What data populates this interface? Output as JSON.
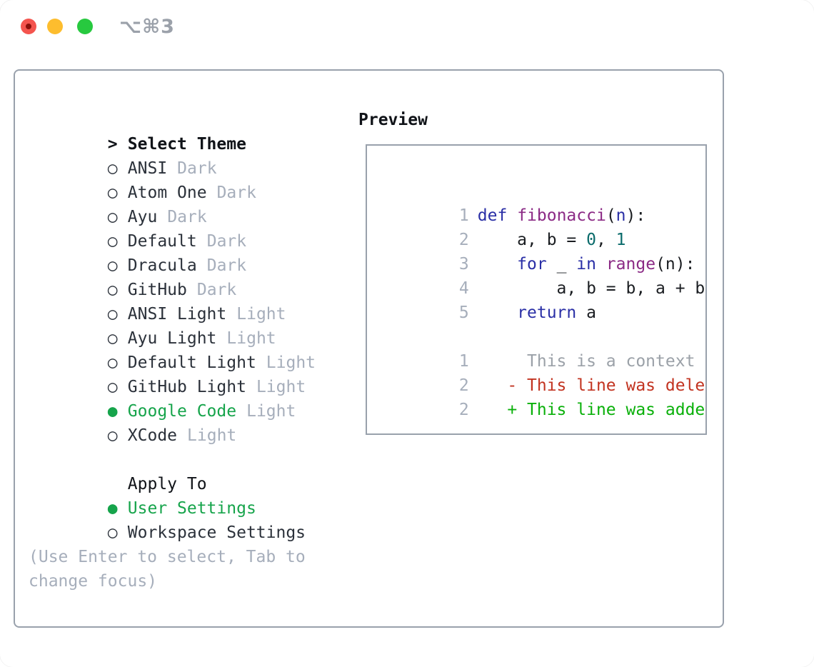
{
  "window": {
    "title": "⌥⌘3",
    "traffic_lights": [
      "close",
      "minimize",
      "zoom"
    ]
  },
  "theme_selector": {
    "heading": {
      "cursor": ">",
      "label": "Select Theme"
    },
    "items": [
      {
        "bullet": "○",
        "name": "ANSI",
        "variant": "Dark",
        "selected": false
      },
      {
        "bullet": "○",
        "name": "Atom One",
        "variant": "Dark",
        "selected": false
      },
      {
        "bullet": "○",
        "name": "Ayu",
        "variant": "Dark",
        "selected": false
      },
      {
        "bullet": "○",
        "name": "Default",
        "variant": "Dark",
        "selected": false
      },
      {
        "bullet": "○",
        "name": "Dracula",
        "variant": "Dark",
        "selected": false
      },
      {
        "bullet": "○",
        "name": "GitHub",
        "variant": "Dark",
        "selected": false
      },
      {
        "bullet": "○",
        "name": "ANSI Light",
        "variant": "Light",
        "selected": false
      },
      {
        "bullet": "○",
        "name": "Ayu Light",
        "variant": "Light",
        "selected": false
      },
      {
        "bullet": "○",
        "name": "Default Light",
        "variant": "Light",
        "selected": false
      },
      {
        "bullet": "○",
        "name": "GitHub Light",
        "variant": "Light",
        "selected": false
      },
      {
        "bullet": "●",
        "name": "Google Code",
        "variant": "Light",
        "selected": true
      },
      {
        "bullet": "○",
        "name": "XCode",
        "variant": "Light",
        "selected": false
      }
    ],
    "apply_to": {
      "heading": "Apply To",
      "options": [
        {
          "bullet": "●",
          "label": "User Settings",
          "selected": true
        },
        {
          "bullet": "○",
          "label": "Workspace Settings",
          "selected": false
        }
      ]
    },
    "help_line1": "(Use Enter to select, Tab to",
    "help_line2": "change focus)"
  },
  "preview": {
    "heading": "Preview",
    "code_lines": [
      {
        "num": "1",
        "tokens": [
          {
            "type": "kwd",
            "text": "def"
          },
          {
            "type": "pln",
            "text": " "
          },
          {
            "type": "typ",
            "text": "fibonacci"
          },
          {
            "type": "pln",
            "text": "("
          },
          {
            "type": "kwd",
            "text": "n"
          },
          {
            "type": "pln",
            "text": "):"
          }
        ]
      },
      {
        "num": "2",
        "tokens": [
          {
            "type": "pln",
            "text": "    a, b = "
          },
          {
            "type": "lit",
            "text": "0"
          },
          {
            "type": "pln",
            "text": ", "
          },
          {
            "type": "lit",
            "text": "1"
          }
        ]
      },
      {
        "num": "3",
        "tokens": [
          {
            "type": "pln",
            "text": "    "
          },
          {
            "type": "kwd",
            "text": "for"
          },
          {
            "type": "pln",
            "text": " _ "
          },
          {
            "type": "kwd",
            "text": "in"
          },
          {
            "type": "pln",
            "text": " "
          },
          {
            "type": "typ",
            "text": "range"
          },
          {
            "type": "pln",
            "text": "(n):"
          }
        ]
      },
      {
        "num": "4",
        "tokens": [
          {
            "type": "pln",
            "text": "        a, b = b, a + b"
          }
        ]
      },
      {
        "num": "5",
        "tokens": [
          {
            "type": "pln",
            "text": "    "
          },
          {
            "type": "kwd",
            "text": "return"
          },
          {
            "type": "pln",
            "text": " a"
          }
        ]
      }
    ],
    "diff_lines": [
      {
        "num": "1",
        "kind": "context",
        "text": "     This is a context line."
      },
      {
        "num": "2",
        "kind": "deleted",
        "text": "   - This line was deleted."
      },
      {
        "num": "2",
        "kind": "added",
        "text": "   + This line was added."
      }
    ]
  },
  "colors": {
    "accent_green": "#16a44b",
    "diff_added_green": "#0ab00a",
    "diff_deleted_red": "#c23320",
    "keyword_blue": "#2a2fa6",
    "function_purple": "#8b2a85",
    "literal_teal": "#0a6b6b",
    "muted_gray": "#a6aebb",
    "border_gray": "#99a1ac"
  }
}
